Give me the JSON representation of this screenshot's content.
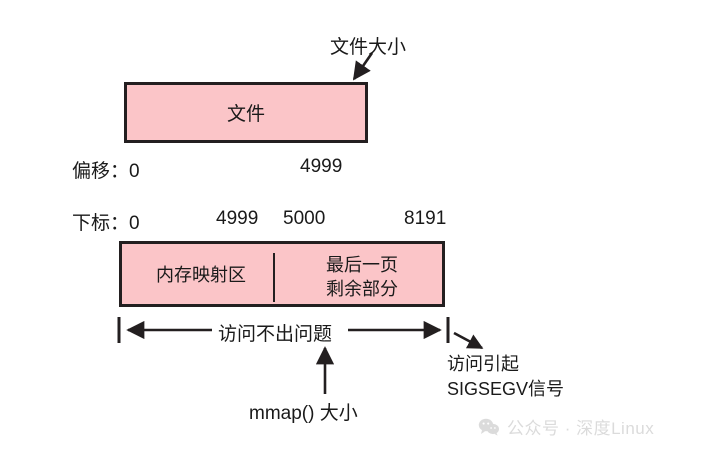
{
  "diagram": {
    "title_note": "mmap file mapping and last page remainder diagram",
    "file_box": {
      "label": "文件",
      "size_callout": "文件大小",
      "offset_prefix": "偏移：0",
      "offset_end": "4999"
    },
    "mapping_box": {
      "index_prefix": "下标：0",
      "index_ticks": [
        "4999",
        "5000",
        "8191"
      ],
      "left_region_label": "内存映射区",
      "right_region_label": "最后一页\n剩余部分"
    },
    "annotations": {
      "safe_range_label": "访问不出问题",
      "mmap_size_label": "mmap() 大小",
      "fault_label": "访问引起\nSIGSEGV信号"
    },
    "colors": {
      "box_fill": "#fbc5c8",
      "box_stroke": "#231f20",
      "background": "#ffffff",
      "text": "#1a1a1a",
      "watermark": "#8a8a8a"
    }
  },
  "watermark": {
    "icon": "wechat-icon",
    "text": "公众号 · 深度Linux"
  }
}
